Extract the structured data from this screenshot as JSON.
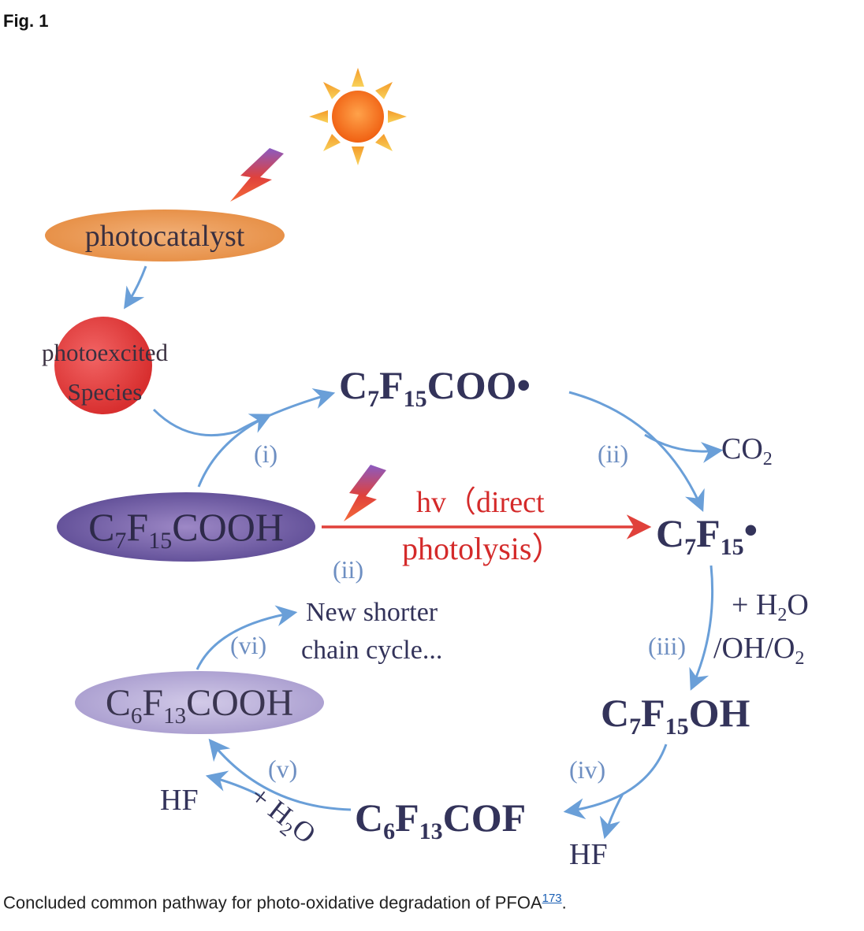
{
  "figure": {
    "label": "Fig. 1",
    "caption_text": "Concluded common pathway for photo-oxidative degradation of PFOA",
    "caption_ref": "173",
    "caption_end": "."
  },
  "diagram": {
    "photocatalyst": "photocatalyst",
    "photoexcited_line1": "photoexcited",
    "photoexcited_line2": "Species",
    "pfoa": {
      "a": "C",
      "s1": "7",
      "b": "F",
      "s2": "15",
      "c": "COOH"
    },
    "c6acid": {
      "a": "C",
      "s1": "6",
      "b": "F",
      "s2": "13",
      "c": "COOH"
    },
    "radical_coo": {
      "a": "C",
      "s1": "7",
      "b": "F",
      "s2": "15",
      "c": "COO•"
    },
    "radical_c7": {
      "a": "C",
      "s1": "7",
      "b": "F",
      "s2": "15",
      "c": "•"
    },
    "alcohol": {
      "a": "C",
      "s1": "7",
      "b": "F",
      "s2": "15",
      "c": "OH"
    },
    "acyl_fluoride": {
      "a": "C",
      "s1": "6",
      "b": "F",
      "s2": "13",
      "c": "COF"
    },
    "co2": {
      "a": "CO",
      "s1": "2"
    },
    "hv_line1": "hv（direct",
    "hv_line2": "photolysis）",
    "plus_h2o_line1": {
      "a": "+ H",
      "s1": "2",
      "b": "O"
    },
    "plus_h2o_line2": {
      "a": "/OH/O",
      "s1": "2"
    },
    "new_shorter_line1": "New shorter",
    "new_shorter_line2": "chain cycle...",
    "hf_right": "HF",
    "hf_left": "HF",
    "plus_h2o_rot": {
      "a": "+ H",
      "s1": "2",
      "b": "O"
    },
    "steps": {
      "i": "(i)",
      "ii_top": "(ii)",
      "ii_bottom": "(ii)",
      "iii": "(iii)",
      "iv": "(iv)",
      "v": "(v)",
      "vi": "(vi)"
    },
    "colors": {
      "arrow_blue": "#6a9fd8",
      "arrow_red": "#e0413b",
      "text_navy": "#33335a",
      "text_red": "#d42a2a",
      "step_blue": "#6e8fc2",
      "ellipse_orange": "#e79a58",
      "ellipse_purple": "#6f5b9f",
      "ellipse_lavender": "#b8aed6",
      "sphere_red": "#e23f3f",
      "sun_core": "#f57a1a",
      "sun_ray": "#f4b33c",
      "bolt": "#e0413b"
    }
  }
}
